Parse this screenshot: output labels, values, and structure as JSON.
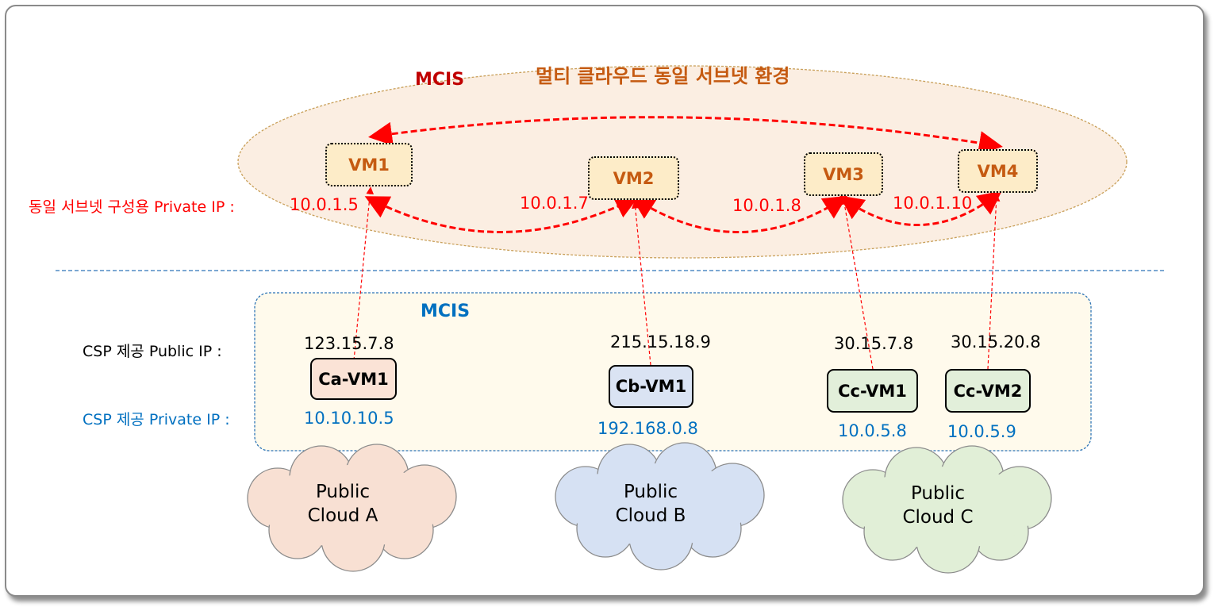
{
  "diagram": {
    "title": "멀티 클라우드 동일 서브넷 환경",
    "top_group": {
      "label": "MCIS",
      "vms": [
        "VM1",
        "VM2",
        "VM3",
        "VM4"
      ],
      "private_ip_label": "동일 서브넷 구성용 Private IP :",
      "private_ips": [
        "10.0.1.5",
        "10.0.1.7",
        "10.0.1.8",
        "10.0.1.10"
      ]
    },
    "bottom_group": {
      "label": "MCIS",
      "public_ip_label": "CSP 제공 Public IP :",
      "private_ip_label": "CSP 제공 Private IP :",
      "vms": [
        {
          "name": "Ca-VM1",
          "public_ip": "123.15.7.8",
          "private_ip": "10.10.10.5",
          "color": "#fbe3d6"
        },
        {
          "name": "Cb-VM1",
          "public_ip": "215.15.18.9",
          "private_ip": "192.168.0.8",
          "color": "#dae3f3"
        },
        {
          "name": "Cc-VM1",
          "public_ip": "30.15.7.8",
          "private_ip": "10.0.5.8",
          "color": "#e2efda"
        },
        {
          "name": "Cc-VM2",
          "public_ip": "30.15.20.8",
          "private_ip": "10.0.5.9",
          "color": "#e2efda"
        }
      ]
    },
    "clouds": [
      {
        "line1": "Public",
        "line2": "Cloud A",
        "color": "#f8e0d3"
      },
      {
        "line1": "Public",
        "line2": "Cloud B",
        "color": "#d6e1f3"
      },
      {
        "line1": "Public",
        "line2": "Cloud C",
        "color": "#e1efd7"
      }
    ],
    "colors": {
      "arrow": "#ff0000",
      "ellipse_fill": "#fbeee2",
      "ellipse_stroke": "#c9a05a",
      "box_fill": "#fffaec",
      "box_stroke": "#2e75b6",
      "divider": "#2e75b6"
    }
  }
}
